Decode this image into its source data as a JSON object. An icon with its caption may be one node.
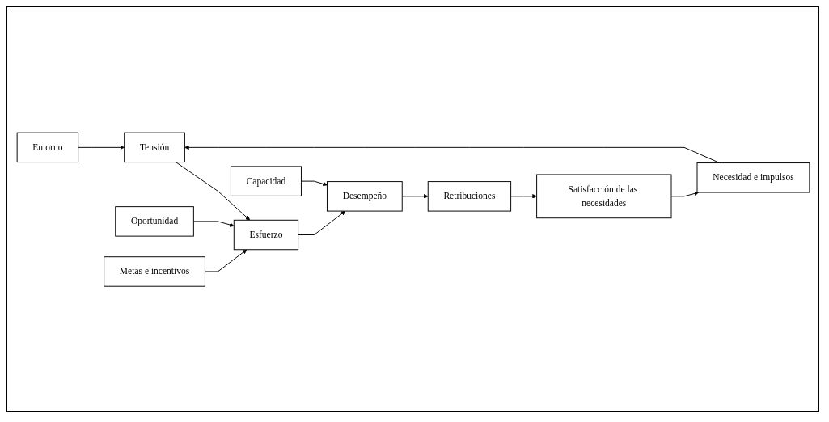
{
  "diagram": {
    "nodes": [
      {
        "text": [
          "Entorno"
        ]
      },
      {
        "text": [
          "Tensión"
        ]
      },
      {
        "text": [
          "Oportunidad"
        ]
      },
      {
        "text": [
          "Esfuerzo"
        ]
      },
      {
        "text": [
          "Desempeño"
        ]
      },
      {
        "text": [
          "Retribuciones"
        ]
      },
      {
        "text": [
          "Necesidad e impulsos"
        ]
      },
      {
        "text": [
          "Metas e incentivos"
        ]
      },
      {
        "text": [
          "Capacidad"
        ]
      },
      {
        "text": [
          "Satisfacción de las necesidades"
        ]
      }
    ],
    "edges": [
      {
        "from": 0,
        "to": 1,
        "arrow": "to"
      },
      {
        "from": 1,
        "to": 3,
        "arrow": "to"
      },
      {
        "from": 2,
        "to": 3,
        "arrow": "to"
      },
      {
        "from": 7,
        "to": 3,
        "arrow": "to"
      },
      {
        "from": 3,
        "to": 4,
        "arrow": "to"
      },
      {
        "from": 8,
        "to": 4,
        "arrow": "to"
      },
      {
        "from": 4,
        "to": 5,
        "arrow": "to"
      },
      {
        "from": 5,
        "to": 9,
        "arrow": "to"
      },
      {
        "from": 9,
        "to": 6,
        "arrow": "to"
      },
      {
        "from": 6,
        "to": 1,
        "arrow": "to"
      }
    ]
  }
}
